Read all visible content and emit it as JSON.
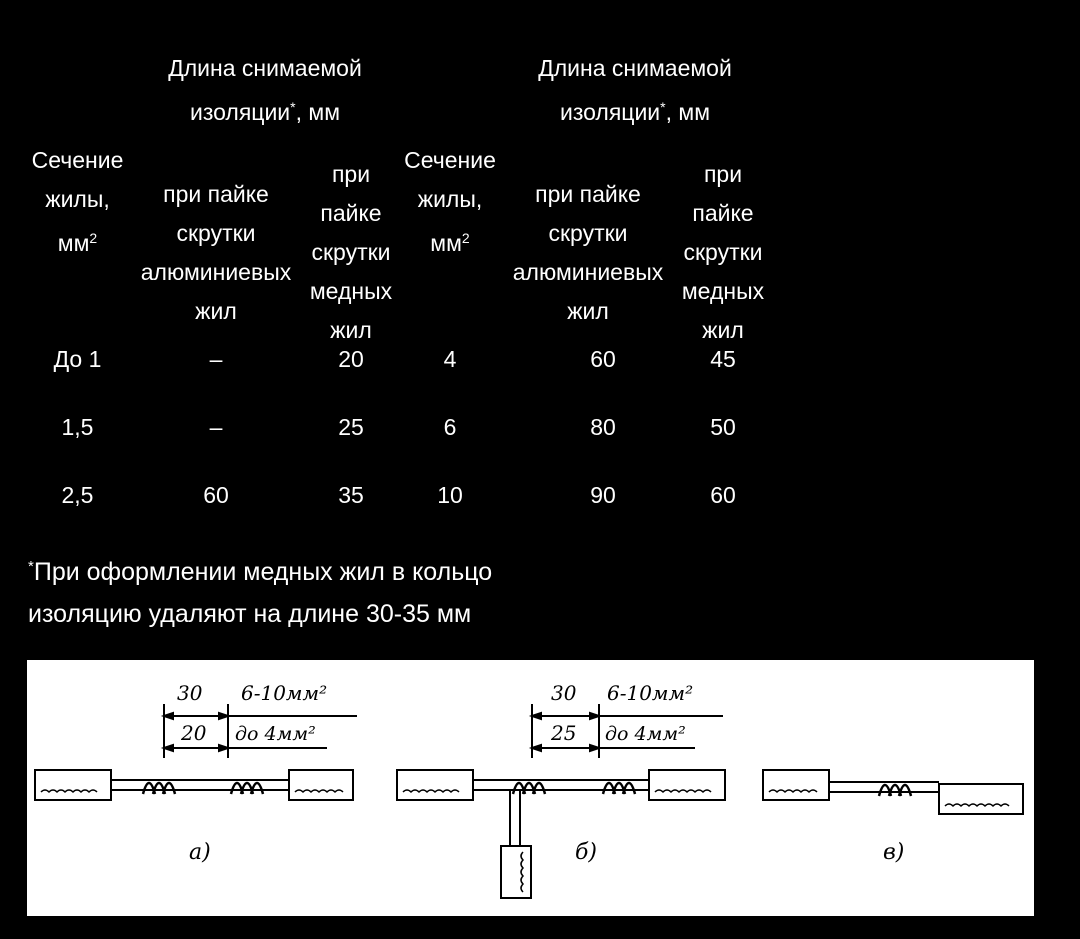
{
  "table": {
    "left": {
      "group_header": "Длина снимаемой\nизоляции",
      "group_header_unit": ", мм",
      "col_section": "Сечение\nжилы,\nмм",
      "col_aluminium": "при пайке\nскрутки\nалюминиевых\nжил",
      "col_copper": "при\nпайке\nскрутки\nмедных\nжил",
      "rows": [
        {
          "section": "До 1",
          "aluminium": "–",
          "copper": "20"
        },
        {
          "section": "1,5",
          "aluminium": "–",
          "copper": "25"
        },
        {
          "section": "2,5",
          "aluminium": "60",
          "copper": "35"
        }
      ]
    },
    "right": {
      "group_header": "Длина снимаемой\nизоляции",
      "group_header_unit": ", мм",
      "col_section": "Сечение\nжилы,\nмм",
      "col_aluminium": "при пайке\nскрутки\nалюминиевых\nжил",
      "col_copper": "при\nпайке\nскрутки\nмедных\nжил",
      "rows": [
        {
          "section": "4",
          "aluminium": "60",
          "copper": "45"
        },
        {
          "section": "6",
          "aluminium": "80",
          "copper": "50"
        },
        {
          "section": "10",
          "aluminium": "90",
          "copper": "60"
        }
      ]
    },
    "asterisk": "*",
    "superscript": "2"
  },
  "footnote": {
    "mark": "*",
    "line1": "При оформлении медных жил в кольцо",
    "line2": "изоляцию удаляют на длине 30-35 мм"
  },
  "figure": {
    "a": {
      "top_total": "30",
      "top_range": "6-10мм²",
      "dim_inner": "20",
      "dim_range": "до 4мм²",
      "caption": "а)"
    },
    "b": {
      "top_total": "30",
      "top_range": "6-10мм²",
      "dim_inner": "25",
      "dim_range": "до 4мм²",
      "caption": "б)"
    },
    "c": {
      "caption": "в)"
    }
  }
}
